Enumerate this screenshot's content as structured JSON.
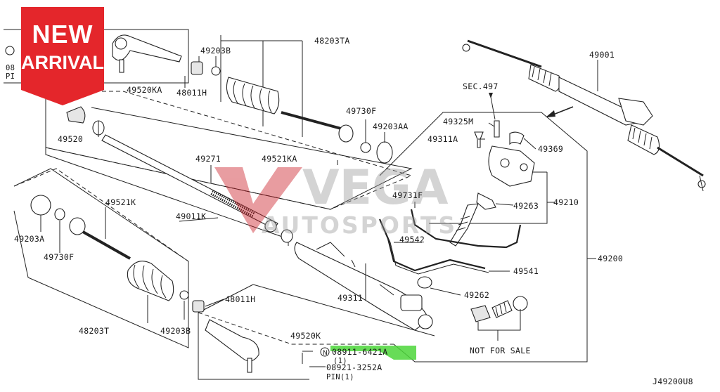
{
  "badge": {
    "line1": "NEW",
    "line2": "ARRIVAL",
    "color": "#e4262b"
  },
  "watermark": {
    "line1": "VEGA",
    "line2": "AUTOSPORTS",
    "color": "#c9161e"
  },
  "highlight_color": "#4cd63a",
  "diagram_code": "J49200U8",
  "note": "NOT FOR SALE",
  "section_ref": "SEC.497",
  "labels": {
    "p48203TA": "48203TA",
    "p49203B_top": "49203B",
    "p48011H_top": "48011H",
    "p49520KA": "49520KA",
    "p49520": "49520",
    "p49271": "49271",
    "p49521KA": "49521KA",
    "p49730F_top": "49730F",
    "p49203AA": "49203AA",
    "p49011K": "49011K",
    "p49521K": "49521K",
    "p49203A": "49203A",
    "p49730F": "49730F",
    "p48203T": "48203T",
    "p48011H": "48011H",
    "p49203B": "49203B",
    "p49520K": "49520K",
    "p49311": "49311",
    "p49542": "49542",
    "p49262": "49262",
    "p49541": "49541",
    "p49731F": "49731F",
    "p49325M": "49325M",
    "p49311A": "49311A",
    "p49369": "49369",
    "p49263": "49263",
    "p49210": "49210",
    "p49200": "49200",
    "p49001": "49001",
    "bolt_main": "08911-6421A",
    "bolt_qty": "(1)",
    "pin_main": "08921-3252A",
    "pin_qty": "PIN(1)",
    "tl_bolt": "08",
    "tl_pin": "PI"
  }
}
